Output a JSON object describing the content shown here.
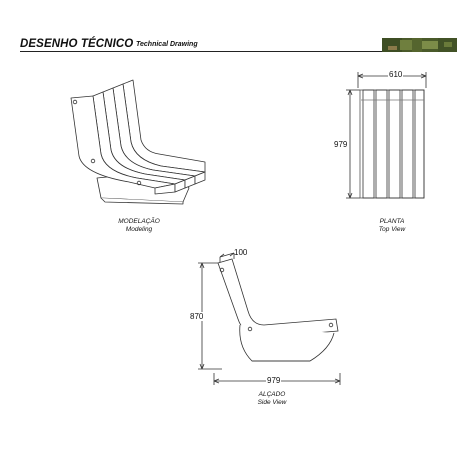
{
  "header": {
    "title": "DESENHO TÉCNICO",
    "subtitle": "Technical Drawing"
  },
  "views": {
    "modeling": {
      "label_pt": "MODELAÇÃO",
      "label_en": "Modeling"
    },
    "top": {
      "label_pt": "PLANTA",
      "label_en": "Top View",
      "width_dim": "610",
      "depth_dim": "979"
    },
    "side": {
      "label_pt": "ALÇADO",
      "label_en": "Side View",
      "height_dim": "870",
      "length_dim": "979",
      "thickness_dim": "100"
    }
  },
  "colors": {
    "line": "#333333",
    "photo_dark": "#3a4a22",
    "photo_light": "#7a8a48"
  }
}
